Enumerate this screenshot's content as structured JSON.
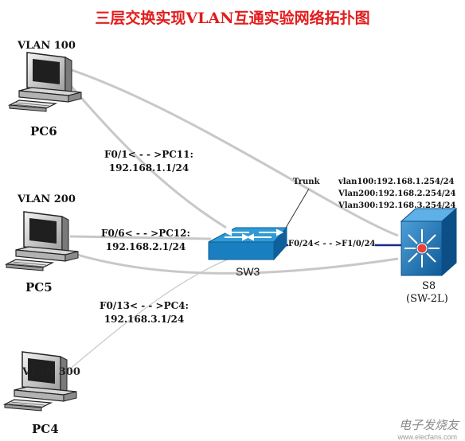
{
  "title": "三层交换实现VLAN互通实验网络拓扑图",
  "hosts": [
    {
      "name": "PC6",
      "vlan": "VLAN 100",
      "link": {
        "line1": "F0/1< - - >PC11:",
        "line2": "192.168.1.1/24"
      }
    },
    {
      "name": "PC5",
      "vlan": "VLAN 200",
      "link": {
        "line1": "F0/6< - - >PC12:",
        "line2": "192.168.2.1/24"
      }
    },
    {
      "name": "PC4",
      "vlan": "VLAN 300",
      "link": {
        "line1": "F0/13< - - >PC4:",
        "line2": "192.168.3.1/24"
      }
    }
  ],
  "switch": {
    "name": "SW3",
    "trunk_label": "Trunk",
    "uplink_label": "F0/24< - - >F1/0/24"
  },
  "core": {
    "name": "S8",
    "model": "(SW-2L)",
    "interfaces": [
      "vlan100:192.168.1.254/24",
      "Vlan200:192.168.2.254/24",
      "Vlan300:192.168.3.254/24"
    ]
  },
  "colors": {
    "title": "#e31c1c",
    "switch_top": "#3aa6dd",
    "switch_side": "#1a78b5",
    "core": "#1e76b8",
    "cable": "#c8c8c8",
    "trunk": "#1c2a8a"
  },
  "watermark": {
    "text": "电子发烧友",
    "url": "www.elecfans.com"
  }
}
